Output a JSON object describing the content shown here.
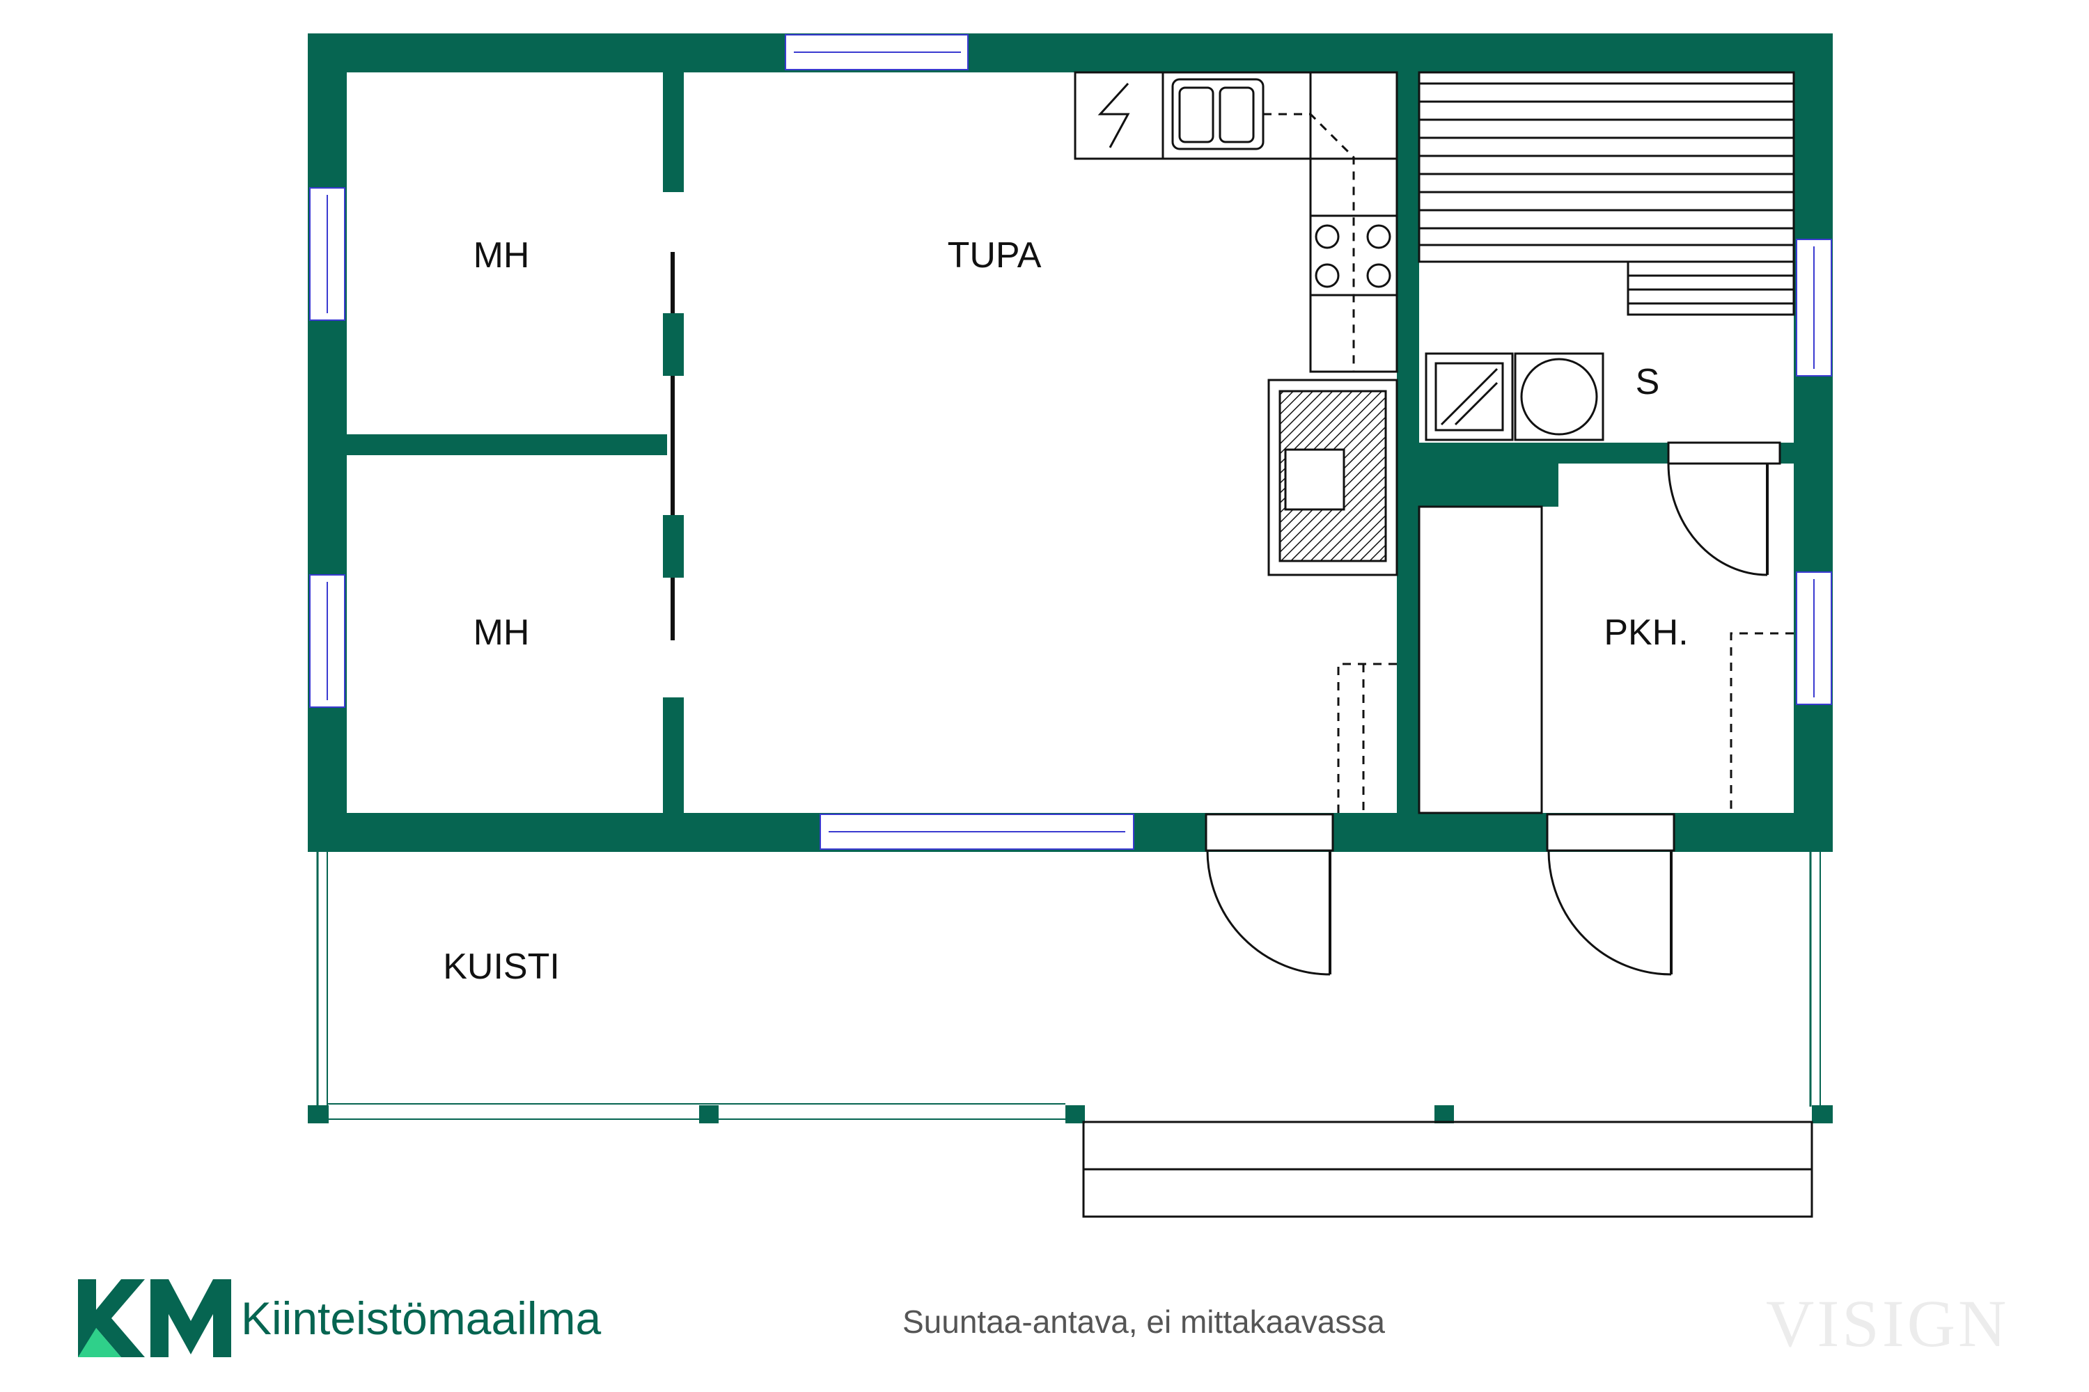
{
  "rooms": {
    "mh_top": "MH",
    "mh_bottom": "MH",
    "tupa": "TUPA",
    "sauna": "S",
    "pkh": "PKH.",
    "kuisti": "KUISTI"
  },
  "footer": {
    "brand": "Kiinteistömaailma",
    "logo_text": "KM",
    "disclaimer": "Suuntaa-antava, ei mittakaavassa",
    "watermark": "VISIGN"
  },
  "colors": {
    "wall": "#066551",
    "brand_accent": "#2fd08a",
    "window": "#3a3ad0"
  }
}
